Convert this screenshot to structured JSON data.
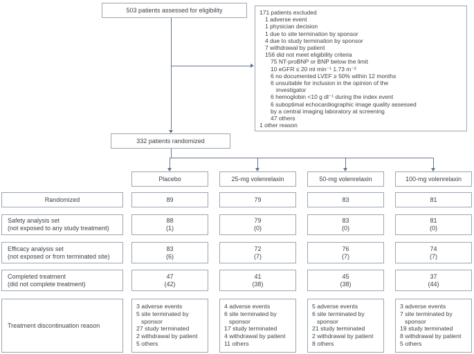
{
  "top_box": {
    "text": "503 patients assessed for eligibility"
  },
  "excluded_box": {
    "lines": [
      "171 patients excluded",
      "1 adverse event",
      "1 physician decision",
      "1 due to site termination by sponsor",
      "4 due to study termination by sponsor",
      "7 withdrawal by patient",
      "156 did not meet eligibility criteria",
      "75 NT-proBNP or BNP below the limit",
      "10 eGFR ≤ 20 ml min⁻¹ 1.73 m⁻²",
      "6 no documented LVEF ≥ 50% within 12 months",
      "6 unsuitable for inclusion in the opinion of the",
      "investigator",
      "6 hemoglobin <10 g dl⁻¹ during the index event",
      "6 suboptimal echocardiographic image quality assessed",
      "by a central imaging laboratory at screening",
      "47 others",
      "1 other reason"
    ]
  },
  "randomized_box": {
    "text": "332 patients randomized"
  },
  "columns": [
    {
      "label": "Placebo"
    },
    {
      "label": "25-mg volenrelaxin"
    },
    {
      "label": "50-mg volenrelaxin"
    },
    {
      "label": "100-mg volenrelaxin"
    }
  ],
  "rows": [
    {
      "label": "Randomized",
      "sublabel": "",
      "cells": [
        {
          "value": "89"
        },
        {
          "value": "79"
        },
        {
          "value": "83"
        },
        {
          "value": "81"
        }
      ]
    },
    {
      "label": "Safety analysis set",
      "sublabel": "(not exposed to any study treatment)",
      "cells": [
        {
          "value": "88",
          "note": "(1)"
        },
        {
          "value": "79",
          "note": "(0)"
        },
        {
          "value": "83",
          "note": "(0)"
        },
        {
          "value": "81",
          "note": "(0)"
        }
      ]
    },
    {
      "label": "Efficacy analysis set",
      "sublabel": "(not exposed or from terminated site)",
      "cells": [
        {
          "value": "83",
          "note": "(6)"
        },
        {
          "value": "72",
          "note": "(7)"
        },
        {
          "value": "76",
          "note": "(7)"
        },
        {
          "value": "74",
          "note": "(7)"
        }
      ]
    },
    {
      "label": "Completed treatment",
      "sublabel": "(did not complete treatment)",
      "cells": [
        {
          "value": "47",
          "note": "(42)"
        },
        {
          "value": "41",
          "note": "(38)"
        },
        {
          "value": "45",
          "note": "(38)"
        },
        {
          "value": "37",
          "note": "(44)"
        }
      ]
    }
  ],
  "discontinuation": {
    "label": "Treatment discontinuation reason",
    "cells": [
      {
        "reasons": [
          "3 adverse events",
          "5 site terminated by sponsor",
          "27 study terminated",
          "2 withdrawal by patient",
          "5 others"
        ]
      },
      {
        "reasons": [
          "4 adverse events",
          "6 site terminated by sponsor",
          "17 study terminated",
          "4 withdrawal by patient",
          "11 others"
        ]
      },
      {
        "reasons": [
          "5 adverse events",
          "6 site terminated by sponsor",
          "21 study terminated",
          "2 withdrawal by patient",
          "8 others"
        ]
      },
      {
        "reasons": [
          "3 adverse events",
          "7 site terminated by sponsor",
          "19 study terminated",
          "8 withdrawal by patient",
          "5 others"
        ]
      }
    ]
  }
}
